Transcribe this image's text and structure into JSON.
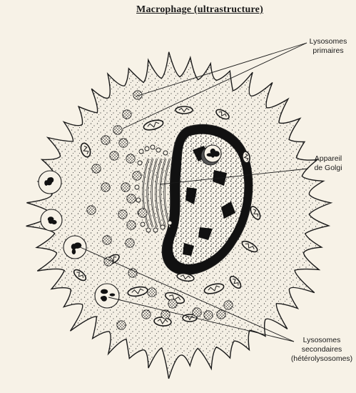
{
  "title": "Macrophage (ultrastructure)",
  "labels": {
    "lysosomes_primary_line1": "Lysosomes",
    "lysosomes_primary_line2": "primaires",
    "golgi_line1": "Appareil",
    "golgi_line2": "de Golgi",
    "lysosomes_secondary_line1": "Lysosomes",
    "lysosomes_secondary_line2": "secondaires",
    "lysosomes_secondary_line3": "(hétérolysosomes)"
  },
  "colors": {
    "ink": "#1a1a1a",
    "paper": "#f7f2e7",
    "cytoplasm": "#f4efe4"
  }
}
